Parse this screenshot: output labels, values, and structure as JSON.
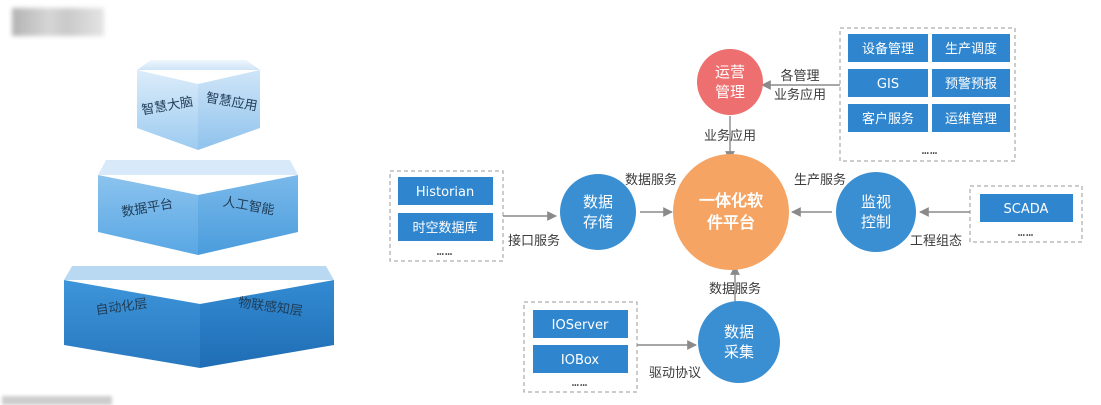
{
  "pyramid": {
    "top": {
      "left": "智慧大脑",
      "right": "智慧应用"
    },
    "middle": {
      "left": "数据平台",
      "right": "人工智能"
    },
    "bottom": {
      "left": "自动化层",
      "right": "物联感知层"
    }
  },
  "core": {
    "line1": "一体化软",
    "line2": "件平台"
  },
  "nodes": {
    "ops": {
      "line1": "运营",
      "line2": "管理"
    },
    "storage": {
      "line1": "数据",
      "line2": "存储"
    },
    "monitor": {
      "line1": "监视",
      "line2": "控制"
    },
    "collect": {
      "line1": "数据",
      "line2": "采集"
    }
  },
  "groups": {
    "apps": {
      "items": [
        "设备管理",
        "生产调度",
        "GIS",
        "预警预报",
        "客户服务",
        "运维管理"
      ],
      "more": "……"
    },
    "storage_sources": {
      "items": [
        "Historian",
        "时空数据库"
      ],
      "more": "……"
    },
    "scada": {
      "items": [
        "SCADA"
      ],
      "more": "……"
    },
    "io": {
      "items": [
        "IOServer",
        "IOBox"
      ],
      "more": "……"
    }
  },
  "edge_labels": {
    "apps_to_ops": {
      "line1": "各管理",
      "line2": "业务应用"
    },
    "ops_to_core": "业务应用",
    "storage_to_core": "数据服务",
    "monitor_to_core": "生产服务",
    "sources_to_storage": "接口服务",
    "scada_to_monitor": "工程组态",
    "collect_to_core": "数据服务",
    "io_to_collect": "驱动协议"
  },
  "colors": {
    "block": "#2f86cf",
    "circle": "#3a8fd2",
    "core": "#f5a463",
    "ops": "#ee6f6f",
    "arrow": "#8a8a8a"
  }
}
